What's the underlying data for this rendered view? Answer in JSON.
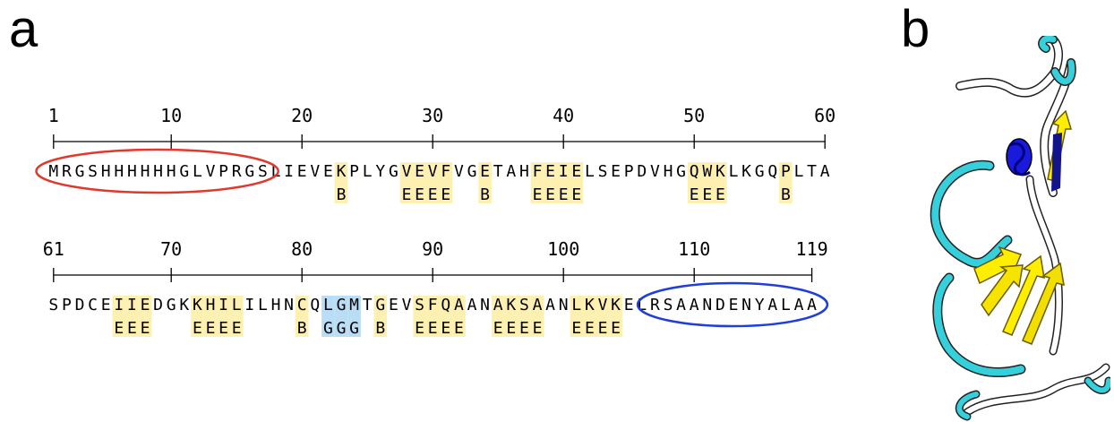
{
  "panels": {
    "a": "a",
    "b": "b"
  },
  "sequence_rows": [
    {
      "ticks": [
        {
          "label": "1",
          "pos": 1
        },
        {
          "label": "10",
          "pos": 10
        },
        {
          "label": "20",
          "pos": 20
        },
        {
          "label": "30",
          "pos": 30
        },
        {
          "label": "40",
          "pos": 40
        },
        {
          "label": "50",
          "pos": 50
        },
        {
          "label": "60",
          "pos": 60
        }
      ],
      "sequence": "MRGSHHHHHHGLVPRGSLIEVEKPLYGVEVFVGETAHFEIELSEPDVHGQWKLKGQPLTA",
      "ss": "                      B    EEEE  B   EEEE        EEE    B   ",
      "oval": {
        "start": 1,
        "end": 17,
        "color": "#e03a2f"
      }
    },
    {
      "ticks": [
        {
          "label": "61",
          "pos": 1
        },
        {
          "label": "70",
          "pos": 10
        },
        {
          "label": "80",
          "pos": 20
        },
        {
          "label": "90",
          "pos": 30
        },
        {
          "label": "100",
          "pos": 40
        },
        {
          "label": "110",
          "pos": 50
        },
        {
          "label": "119",
          "pos": 59
        }
      ],
      "sequence": "SPDCEIIEDGKKHILILHNCQLGMTGEVSFQAANAKSAANLKVKELRSAANDENYALAA",
      "ss": "     EEE   EEEE    B GGG B  EEEE  EEEE  EEEE              ",
      "oval": {
        "start": 47,
        "end": 59,
        "color": "#1f3fd6"
      }
    }
  ],
  "colors": {
    "strand_highlight": "#fdf0b0",
    "helix_highlight": "#b9ddf5",
    "coil": "#ffffff",
    "turn": "#35d0dc",
    "sheet": "#ffee00",
    "helix": "#1a1adc"
  }
}
